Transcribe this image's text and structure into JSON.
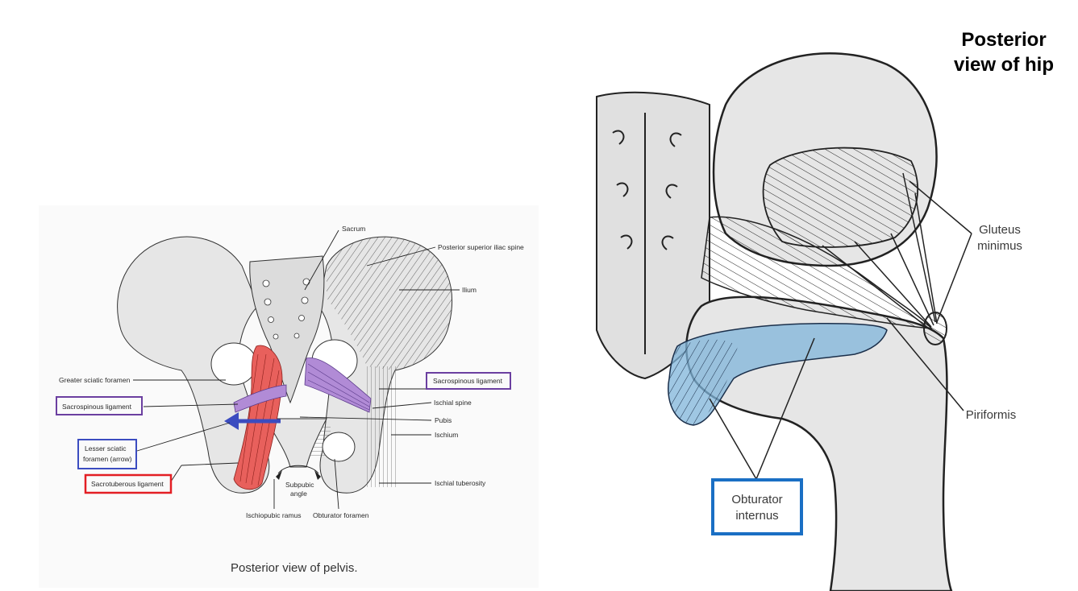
{
  "colors": {
    "red_box": "#e31e24",
    "purple_box": "#6b3fa0",
    "blue_box": "#3b4cc0",
    "obturator_box": "#1a6fc4",
    "sacrotuberous_fill": "#e8605c",
    "sacrospinous_fill": "#b18bd6",
    "obturator_fill": "#7fb4d9",
    "bone_fill": "#e6e6e6"
  },
  "pelvis": {
    "caption": "Posterior view of pelvis.",
    "labels": {
      "sacrum": "Sacrum",
      "psis": "Posterior superior iliac spine",
      "ilium": "Ilium",
      "greater_sciatic": "Greater sciatic foramen",
      "sacrospinous_right": "Sacrospinous ligament",
      "ischial_spine": "Ischial spine",
      "sacrospinous_left": "Sacrospinous ligament",
      "pubis": "Pubis",
      "ischium": "Ischium",
      "lesser_sciatic_1": "Lesser sciatic",
      "lesser_sciatic_2": "foramen (arrow)",
      "sacrotuberous": "Sacrotuberous ligament",
      "ischial_tuberosity": "Ischial tuberosity",
      "subpubic_1": "Subpubic",
      "subpubic_2": "angle",
      "ischiopubic": "Ischiopubic ramus",
      "obturator_foramen": "Obturator foramen"
    }
  },
  "hip": {
    "title_line1": "Posterior",
    "title_line2": "view of hip",
    "labels": {
      "gluteus_1": "Gluteus",
      "gluteus_2": "minimus",
      "piriformis": "Piriformis",
      "obturator_1": "Obturator",
      "obturator_2": "internus"
    }
  }
}
